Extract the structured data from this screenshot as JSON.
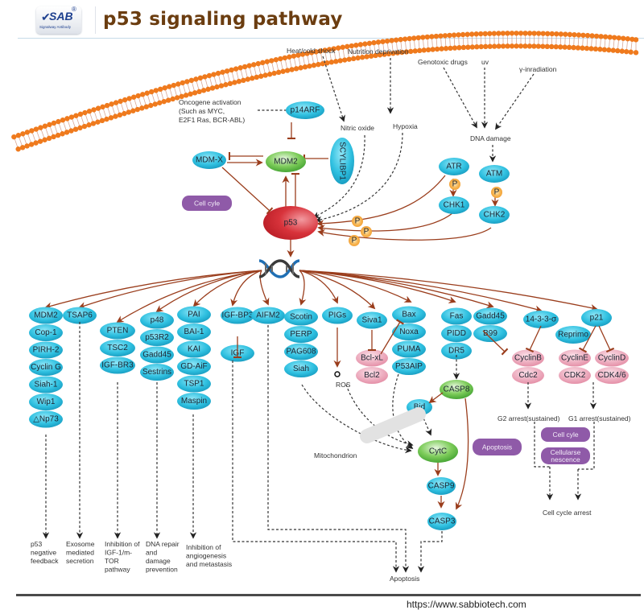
{
  "header": {
    "logo": {
      "brand": "SAB",
      "registered": "®",
      "tagline": "Signalway Antibody"
    },
    "title": "p53 signaling pathway"
  },
  "footer": {
    "url": "https://www.sabbiotech.com"
  },
  "colors": {
    "protein_blue": "#2fc0e0",
    "inhibitor_pink": "#e79bb0",
    "mdm2_green": "#4fb540",
    "p53_red": "#d3242d",
    "phospho_orange": "#f4a23c",
    "membrane_orange": "#ef7a1d",
    "purple_box": "#8f5aa8",
    "arrow_brown": "#9a3d1c",
    "title_brown": "#6b3d10"
  },
  "stimuli": {
    "heat_cold": "Heat/cold shock",
    "nutrition": "Nutrition deprivation",
    "genotoxic": "Genotoxic drugs",
    "uv": "uv",
    "gamma": "γ-inradiation",
    "oncogene_line1": "Oncogene activation",
    "oncogene_line2": "(Such as MYC,",
    "oncogene_line3": "E2F1 Ras, BCR-ABL)",
    "nitric_oxide": "Nitric oxide",
    "hypoxia": "Hypoxia",
    "dna_damage": "DNA damage"
  },
  "upstream": {
    "p14arf": "p14ARF",
    "mdm_x": "MDM-X",
    "mdm2": "MDM2",
    "scylibp1": "SCYLIBP1",
    "p53": "p53",
    "atr": "ATR",
    "atm": "ATM",
    "chk1": "CHK1",
    "chk2": "CHK2",
    "phospho": "P",
    "cell_cycle_box": "Cell cyle"
  },
  "targets": {
    "col1": [
      "MDM2",
      "Cop-1",
      "PIRH-2",
      "Cyclin G",
      "Siah-1",
      "Wip1",
      "△Np73"
    ],
    "col2": [
      "TSAP6"
    ],
    "col3": [
      "PTEN",
      "TSC2",
      "IGF-BR3"
    ],
    "col4": [
      "p48",
      "p53R2",
      "Gadd45",
      "Sestrins"
    ],
    "col5": [
      "PAI",
      "BAI-1",
      "KAI",
      "GD-AiF",
      "TSP1",
      "Maspin"
    ],
    "col6": [
      "IGF-BP3",
      "IGF"
    ],
    "col7": [
      "AIFM2"
    ],
    "col8": [
      "Scotin",
      "PERP",
      "PAG608",
      "Siah"
    ],
    "col9": [
      "PIGs"
    ],
    "ros": "ROS",
    "col10": [
      "Siva1"
    ],
    "col10_inhib": [
      "Bcl-xL",
      "Bcl2"
    ],
    "col11": [
      "Bax",
      "Noxa",
      "PUMA",
      "P53AIP"
    ],
    "col12": [
      "Fas",
      "PIDD",
      "DR5"
    ],
    "col13": [
      "Gadd45",
      "B99"
    ],
    "col14": [
      "14-3-3-σ",
      "Reprimo"
    ],
    "col14_inhib": [
      "CyclinB",
      "Cdc2"
    ],
    "col15": [
      "p21"
    ],
    "col15_inhib_left": [
      "CyclinE",
      "CDK2"
    ],
    "col15_inhib_right": [
      "CyclinD",
      "CDK4/6"
    ]
  },
  "apoptosis_module": {
    "casp8": "CASP8",
    "bid": "Bid",
    "cytc": "CytC",
    "casp9": "CASP9",
    "casp3": "CASP3",
    "mitochondrion": "Mitochondrion",
    "apoptosis_box": "Apoptosis"
  },
  "cell_cycle_module": {
    "g2_arrest": "G2 arrest(sustained)",
    "g1_arrest": "G1 arrest(sustained)",
    "cell_cycle_box": "Cell cyle",
    "senescence_line1": "Cellularse",
    "senescence_line2": "nescence",
    "cell_cycle_arrest": "Cell cycle arrest"
  },
  "outcomes": {
    "neg_feedback": [
      "p53",
      "negative",
      "feedback"
    ],
    "exosome": [
      "Exosome",
      "mediated",
      "secretion"
    ],
    "igf_inhibition": [
      "Inhibition of",
      "IGF-1/m-",
      "TOR",
      "pathway"
    ],
    "dna_repair": [
      "DNA repair",
      "and",
      "damage",
      "prevention"
    ],
    "angiogenesis": [
      "Inhibition of",
      "angiogenesis",
      "and metastasis"
    ],
    "apoptosis": "Apoptosis"
  }
}
